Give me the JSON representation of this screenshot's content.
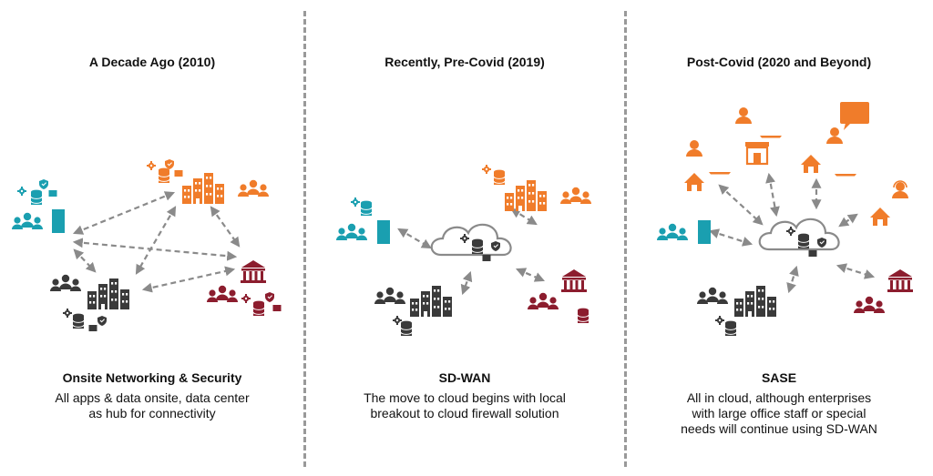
{
  "colors": {
    "teal": "#1a9fb0",
    "orange": "#f07c2a",
    "dark": "#3a3a3a",
    "maroon": "#8c1d2e",
    "arrow": "#8a8a8a",
    "divider": "#999999"
  },
  "panels": [
    {
      "title": "A Decade Ago (2010)",
      "heading": "Onsite Networking & Security",
      "lines": [
        "All apps & data onsite, data center",
        "as hub for connectivity"
      ]
    },
    {
      "title": "Recently, Pre-Covid (2019)",
      "heading": "SD-WAN",
      "lines": [
        "The move to cloud begins with local",
        "breakout to cloud firewall solution"
      ]
    },
    {
      "title": "Post-Covid  (2020 and Beyond)",
      "heading": "SASE",
      "lines": [
        "All in cloud, although enterprises",
        "with large office staff or special",
        "needs will continue using SD-WAN"
      ]
    }
  ],
  "icons": [
    "users-icon",
    "building-icon",
    "bank-icon",
    "database-icon",
    "gear-icon",
    "lock-icon",
    "shield-icon",
    "cloud-icon",
    "home-icon",
    "laptop-icon",
    "store-icon",
    "chat-bubble-icon",
    "headset-user-icon"
  ]
}
